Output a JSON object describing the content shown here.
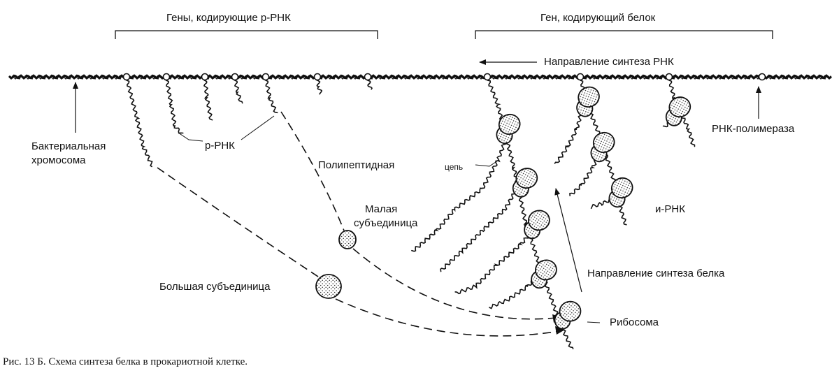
{
  "labels": {
    "rrna_genes": "Гены, кодирующие р-РНК",
    "protein_gene": "Ген, кодирующий белок",
    "rna_direction": "Направление синтеза РНК",
    "bacterial_chromosome": [
      "Бактериальная",
      "хромосома"
    ],
    "rrna": "р-РНК",
    "polypeptide": "Полипептидная",
    "chain": "цепь",
    "small_subunit": [
      "Малая",
      "субъединица"
    ],
    "rna_polymerase": "РНК-полимераза",
    "mrna": "и-РНК",
    "protein_direction": "Направление синтеза белка",
    "large_subunit": "Большая субъединица",
    "ribosome": "Рибосома"
  },
  "caption": "Рис. 13 Б. Схема синтеза белка в прокариотной клетке.",
  "colors": {
    "ink": "#111111",
    "paper": "#ffffff"
  }
}
